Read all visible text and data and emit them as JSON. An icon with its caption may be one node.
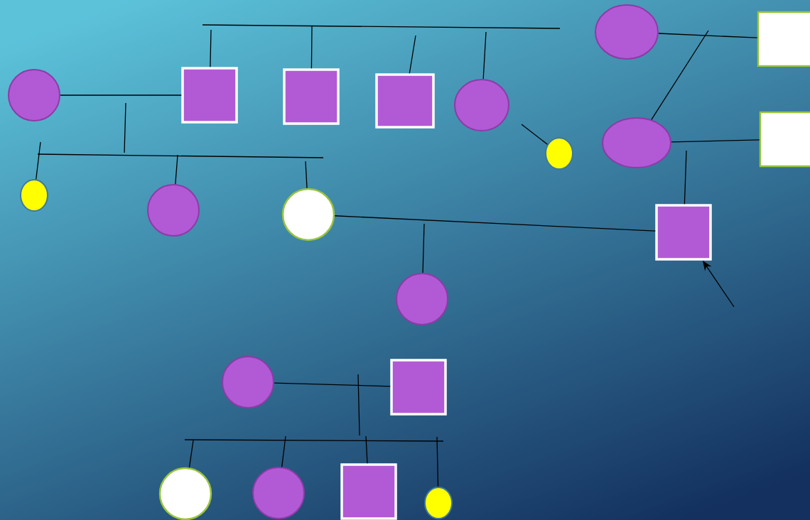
{
  "diagram": {
    "nodes": [
      {
        "text": [],
        "shape": "circle"
      },
      {
        "text": [],
        "shape": "box"
      },
      {
        "text": [],
        "shape": "box"
      },
      {
        "text": [],
        "shape": "box"
      },
      {
        "text": [],
        "shape": "circle"
      },
      {
        "text": [],
        "shape": "circle"
      },
      {
        "text": [],
        "shape": "circle"
      },
      {
        "text": [],
        "shape": "box"
      },
      {
        "text": [],
        "shape": "circle"
      },
      {
        "text": [],
        "shape": "box"
      },
      {
        "text": [],
        "shape": "circle"
      },
      {
        "text": [],
        "shape": "circle"
      },
      {
        "text": [],
        "shape": "circle"
      },
      {
        "text": [],
        "shape": "box"
      },
      {
        "text": [],
        "shape": "circle"
      },
      {
        "text": [],
        "shape": "circle"
      },
      {
        "text": [],
        "shape": "box"
      },
      {
        "text": [],
        "shape": "circle"
      },
      {
        "text": [],
        "shape": "circle"
      },
      {
        "text": [],
        "shape": "box"
      },
      {
        "text": [],
        "shape": "circle"
      }
    ],
    "edges": [
      {
        "from": 0,
        "to": 1,
        "arrow": "none"
      },
      {
        "from": null,
        "to": 1,
        "arrow": "none"
      },
      {
        "from": null,
        "to": 2,
        "arrow": "none"
      },
      {
        "from": null,
        "to": 3,
        "arrow": "none"
      },
      {
        "from": null,
        "to": 4,
        "arrow": "none"
      },
      {
        "from": null,
        "to": 10,
        "arrow": "none"
      },
      {
        "from": null,
        "to": 11,
        "arrow": "none"
      },
      {
        "from": null,
        "to": 12,
        "arrow": "none"
      },
      {
        "from": null,
        "to": 5,
        "arrow": "none"
      },
      {
        "from": 6,
        "to": 7,
        "arrow": "none"
      },
      {
        "from": null,
        "to": 8,
        "arrow": "none"
      },
      {
        "from": 8,
        "to": 9,
        "arrow": "none"
      },
      {
        "from": null,
        "to": 13,
        "arrow": "none"
      },
      {
        "from": 12,
        "to": 13,
        "arrow": "none"
      },
      {
        "from": null,
        "to": 14,
        "arrow": "none"
      },
      {
        "from": null,
        "to": 13,
        "arrow": "to"
      },
      {
        "from": 15,
        "to": 16,
        "arrow": "none"
      },
      {
        "from": null,
        "to": 17,
        "arrow": "none"
      },
      {
        "from": null,
        "to": 18,
        "arrow": "none"
      },
      {
        "from": null,
        "to": 19,
        "arrow": "none"
      },
      {
        "from": null,
        "to": 20,
        "arrow": "none"
      }
    ]
  }
}
